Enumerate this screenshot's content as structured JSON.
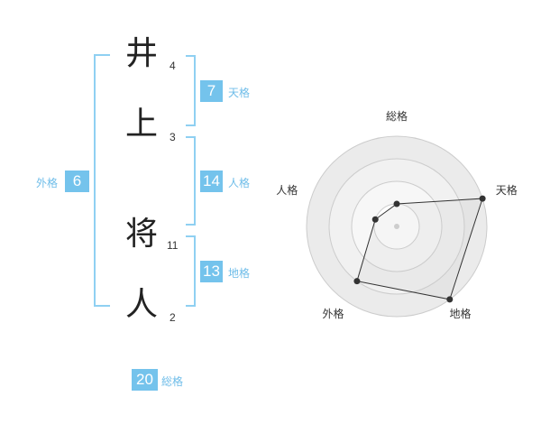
{
  "name": {
    "chars": [
      {
        "char": "井",
        "strokes": "4"
      },
      {
        "char": "上",
        "strokes": "3"
      },
      {
        "char": "将",
        "strokes": "11"
      },
      {
        "char": "人",
        "strokes": "2"
      }
    ]
  },
  "fortunes": {
    "tenkaku": {
      "value": "7",
      "label": "天格"
    },
    "jinkaku": {
      "value": "14",
      "label": "人格"
    },
    "chikaku": {
      "value": "13",
      "label": "地格"
    },
    "gaikaku": {
      "value": "6",
      "label": "外格"
    },
    "soukaku": {
      "value": "20",
      "label": "総格"
    }
  },
  "colors": {
    "accent": "#74c3ec",
    "bracket": "#8fd0f2",
    "label": "#6fbde9"
  },
  "chart_data": {
    "type": "radar",
    "axes": [
      "総格",
      "天格",
      "地格",
      "外格",
      "人格"
    ],
    "rings": 4,
    "range": [
      0,
      4
    ],
    "values": [
      1,
      4,
      4,
      3,
      1
    ]
  }
}
